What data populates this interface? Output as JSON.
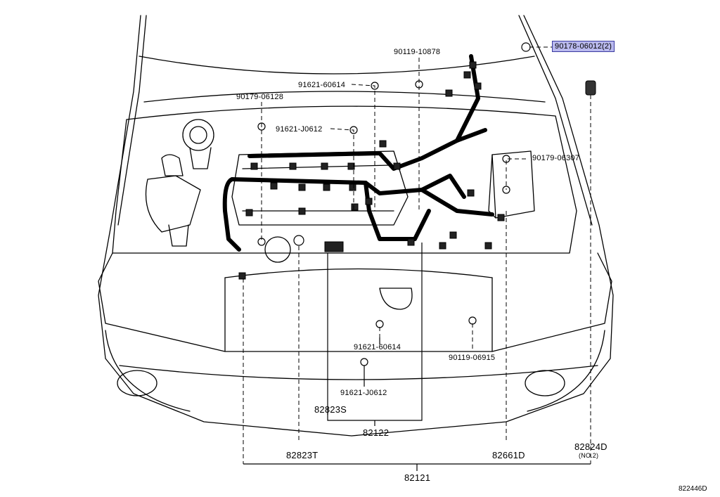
{
  "diagram": {
    "part_labels": {
      "p90178_06012": "90178-06012(2)",
      "p90119_10878": "90119-10878",
      "p91621_60614_top": "91621-60614",
      "p90179_06128": "90179-06128",
      "p91621_J0612_top": "91621-J0612",
      "p90179_06307": "90179-06307",
      "p91621_60614_bottom": "91621-60614",
      "p90119_06915": "90119-06915",
      "p91621_J0612_bottom": "91621-J0612",
      "p82823S": "82823S",
      "p82122": "82122",
      "p82823T": "82823T",
      "p82661D": "82661D",
      "p82824D": "82824D",
      "p82824D_note": "(NO.2)",
      "p82121": "82121"
    },
    "illustration_id": "822446D"
  }
}
